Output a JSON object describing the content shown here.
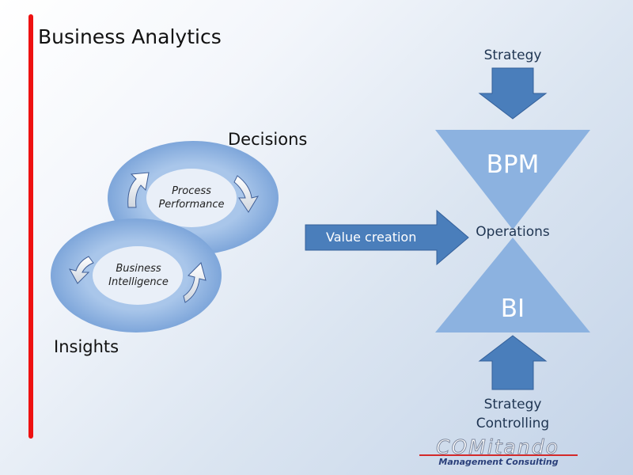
{
  "title": "Business Analytics",
  "cycle": {
    "top_label": "Decisions",
    "bottom_label": "Insights",
    "top_ring_text": [
      "Process",
      "Performance"
    ],
    "bottom_ring_text": [
      "Business",
      "Intelligence"
    ]
  },
  "value_arrow": {
    "label": "Value creation"
  },
  "hourglass": {
    "top_label": "BPM",
    "middle_label": "Operations",
    "bottom_label": "BI",
    "top_input": "Strategy",
    "bottom_input": [
      "Strategy",
      "Controlling"
    ]
  },
  "logo": {
    "word": "COMitando",
    "sub": "Management Consulting"
  },
  "colors": {
    "ring": "#8fb4e3",
    "ring_inner": "#e9eff8",
    "dark_blue": "#4a7ebb",
    "triangle": "#8cb2e0",
    "accent_red": "#ee1111"
  }
}
